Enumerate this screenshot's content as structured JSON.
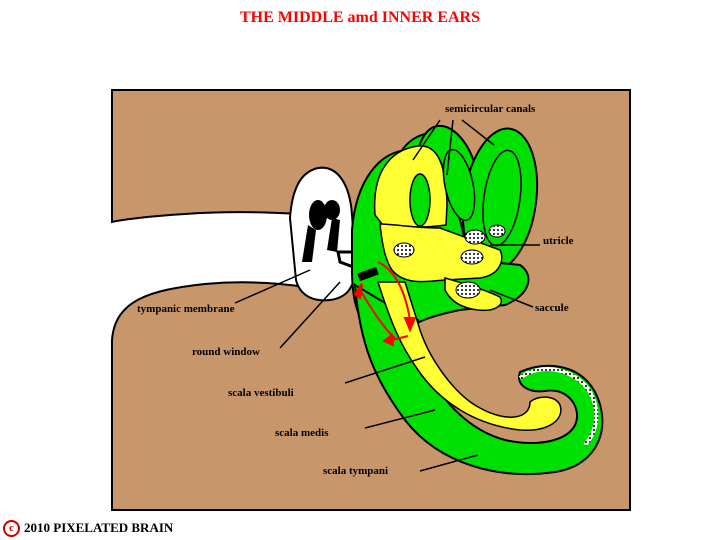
{
  "title": "THE MIDDLE amd INNER EARS",
  "labels": {
    "semicircular_canals": "semicircular canals",
    "utricle": "utricle",
    "saccule": "saccule",
    "tympanic_membrane": "tympanic membrane",
    "round_window": "round window",
    "scala_vestibuli": "scala vestibuli",
    "scala_medis": "scala medis",
    "scala_tympani": "scala tympani"
  },
  "footer": {
    "copyright_symbol": "c",
    "text": "2010  PIXELATED BRAIN"
  },
  "colors": {
    "bone": "#c8966b",
    "perilymph": "#00e000",
    "endolymph": "#ffff33",
    "arrow": "#ff0000",
    "title": "#ff0000"
  }
}
